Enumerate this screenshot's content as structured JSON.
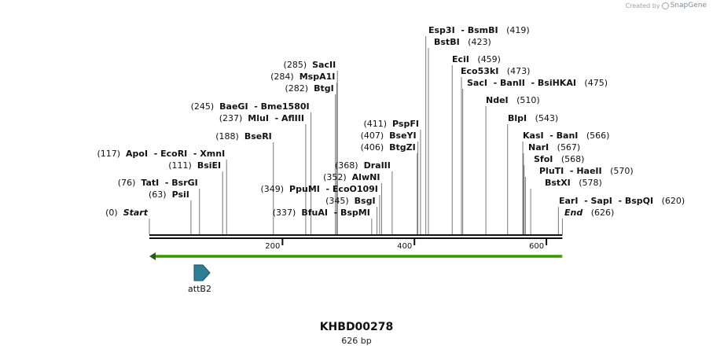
{
  "watermark": {
    "created_by": "Created by",
    "brand": "SnapGene"
  },
  "plasmid": {
    "name": "KHBD00278",
    "length_label": "626 bp",
    "length": 626
  },
  "ruler": {
    "ticks": [
      200,
      400,
      600
    ]
  },
  "features": [
    {
      "name": "attB2",
      "color": "#2f7f93"
    }
  ],
  "orf_line_color": "#5fbf1f",
  "sites": [
    {
      "name": "Start",
      "pos": 0,
      "pos_label": "(0)",
      "label_pos": "left",
      "italic": true
    },
    {
      "name": "PsiI",
      "pos": 63,
      "pos_label": "(63)",
      "label_pos": "left"
    },
    {
      "name": "TatI  - BsrGI",
      "pos": 76,
      "pos_label": "(76)",
      "label_pos": "left"
    },
    {
      "name": "BsiEI",
      "pos": 111,
      "pos_label": "(111)",
      "label_pos": "left"
    },
    {
      "name": "ApoI  - EcoRI  - XmnI",
      "pos": 117,
      "pos_label": "(117)",
      "label_pos": "left"
    },
    {
      "name": "BseRI",
      "pos": 188,
      "pos_label": "(188)",
      "label_pos": "left"
    },
    {
      "name": "MluI  - AflIII",
      "pos": 237,
      "pos_label": "(237)",
      "label_pos": "left"
    },
    {
      "name": "BaeGI  - Bme1580I",
      "pos": 245,
      "pos_label": "(245)",
      "label_pos": "left"
    },
    {
      "name": "BtgI",
      "pos": 282,
      "pos_label": "(282)",
      "label_pos": "left"
    },
    {
      "name": "MspA1I",
      "pos": 284,
      "pos_label": "(284)",
      "label_pos": "left"
    },
    {
      "name": "SacII",
      "pos": 285,
      "pos_label": "(285)",
      "label_pos": "left"
    },
    {
      "name": "BfuAI  - BspMI",
      "pos": 337,
      "pos_label": "(337)",
      "label_pos": "left"
    },
    {
      "name": "BsgI",
      "pos": 345,
      "pos_label": "(345)",
      "label_pos": "left"
    },
    {
      "name": "PpuMI  - EcoO109I",
      "pos": 349,
      "pos_label": "(349)",
      "label_pos": "left"
    },
    {
      "name": "AlwNI",
      "pos": 352,
      "pos_label": "(352)",
      "label_pos": "left"
    },
    {
      "name": "DraIII",
      "pos": 368,
      "pos_label": "(368)",
      "label_pos": "left"
    },
    {
      "name": "BtgZI",
      "pos": 406,
      "pos_label": "(406)",
      "label_pos": "left"
    },
    {
      "name": "BseYI",
      "pos": 407,
      "pos_label": "(407)",
      "label_pos": "left"
    },
    {
      "name": "PspFI",
      "pos": 411,
      "pos_label": "(411)",
      "label_pos": "left"
    },
    {
      "name": "Esp3I  - BsmBI",
      "pos": 419,
      "pos_label": "(419)",
      "label_pos": "right"
    },
    {
      "name": "BstBI",
      "pos": 423,
      "pos_label": "(423)",
      "label_pos": "right"
    },
    {
      "name": "EciI",
      "pos": 459,
      "pos_label": "(459)",
      "label_pos": "right"
    },
    {
      "name": "Eco53kI",
      "pos": 473,
      "pos_label": "(473)",
      "label_pos": "right"
    },
    {
      "name": "SacI  - BanII  - BsiHKAI",
      "pos": 475,
      "pos_label": "(475)",
      "label_pos": "right"
    },
    {
      "name": "NdeI",
      "pos": 510,
      "pos_label": "(510)",
      "label_pos": "right"
    },
    {
      "name": "BlpI",
      "pos": 543,
      "pos_label": "(543)",
      "label_pos": "right"
    },
    {
      "name": "KasI  - BanI",
      "pos": 566,
      "pos_label": "(566)",
      "label_pos": "right"
    },
    {
      "name": "NarI",
      "pos": 567,
      "pos_label": "(567)",
      "label_pos": "right"
    },
    {
      "name": "SfoI",
      "pos": 568,
      "pos_label": "(568)",
      "label_pos": "right"
    },
    {
      "name": "PluTI  - HaeII",
      "pos": 570,
      "pos_label": "(570)",
      "label_pos": "right"
    },
    {
      "name": "BstXI",
      "pos": 578,
      "pos_label": "(578)",
      "label_pos": "right"
    },
    {
      "name": "EarI  - SapI  - BspQI",
      "pos": 620,
      "pos_label": "(620)",
      "label_pos": "right"
    },
    {
      "name": "End",
      "pos": 626,
      "pos_label": "(626)",
      "label_pos": "right",
      "italic": true
    }
  ]
}
